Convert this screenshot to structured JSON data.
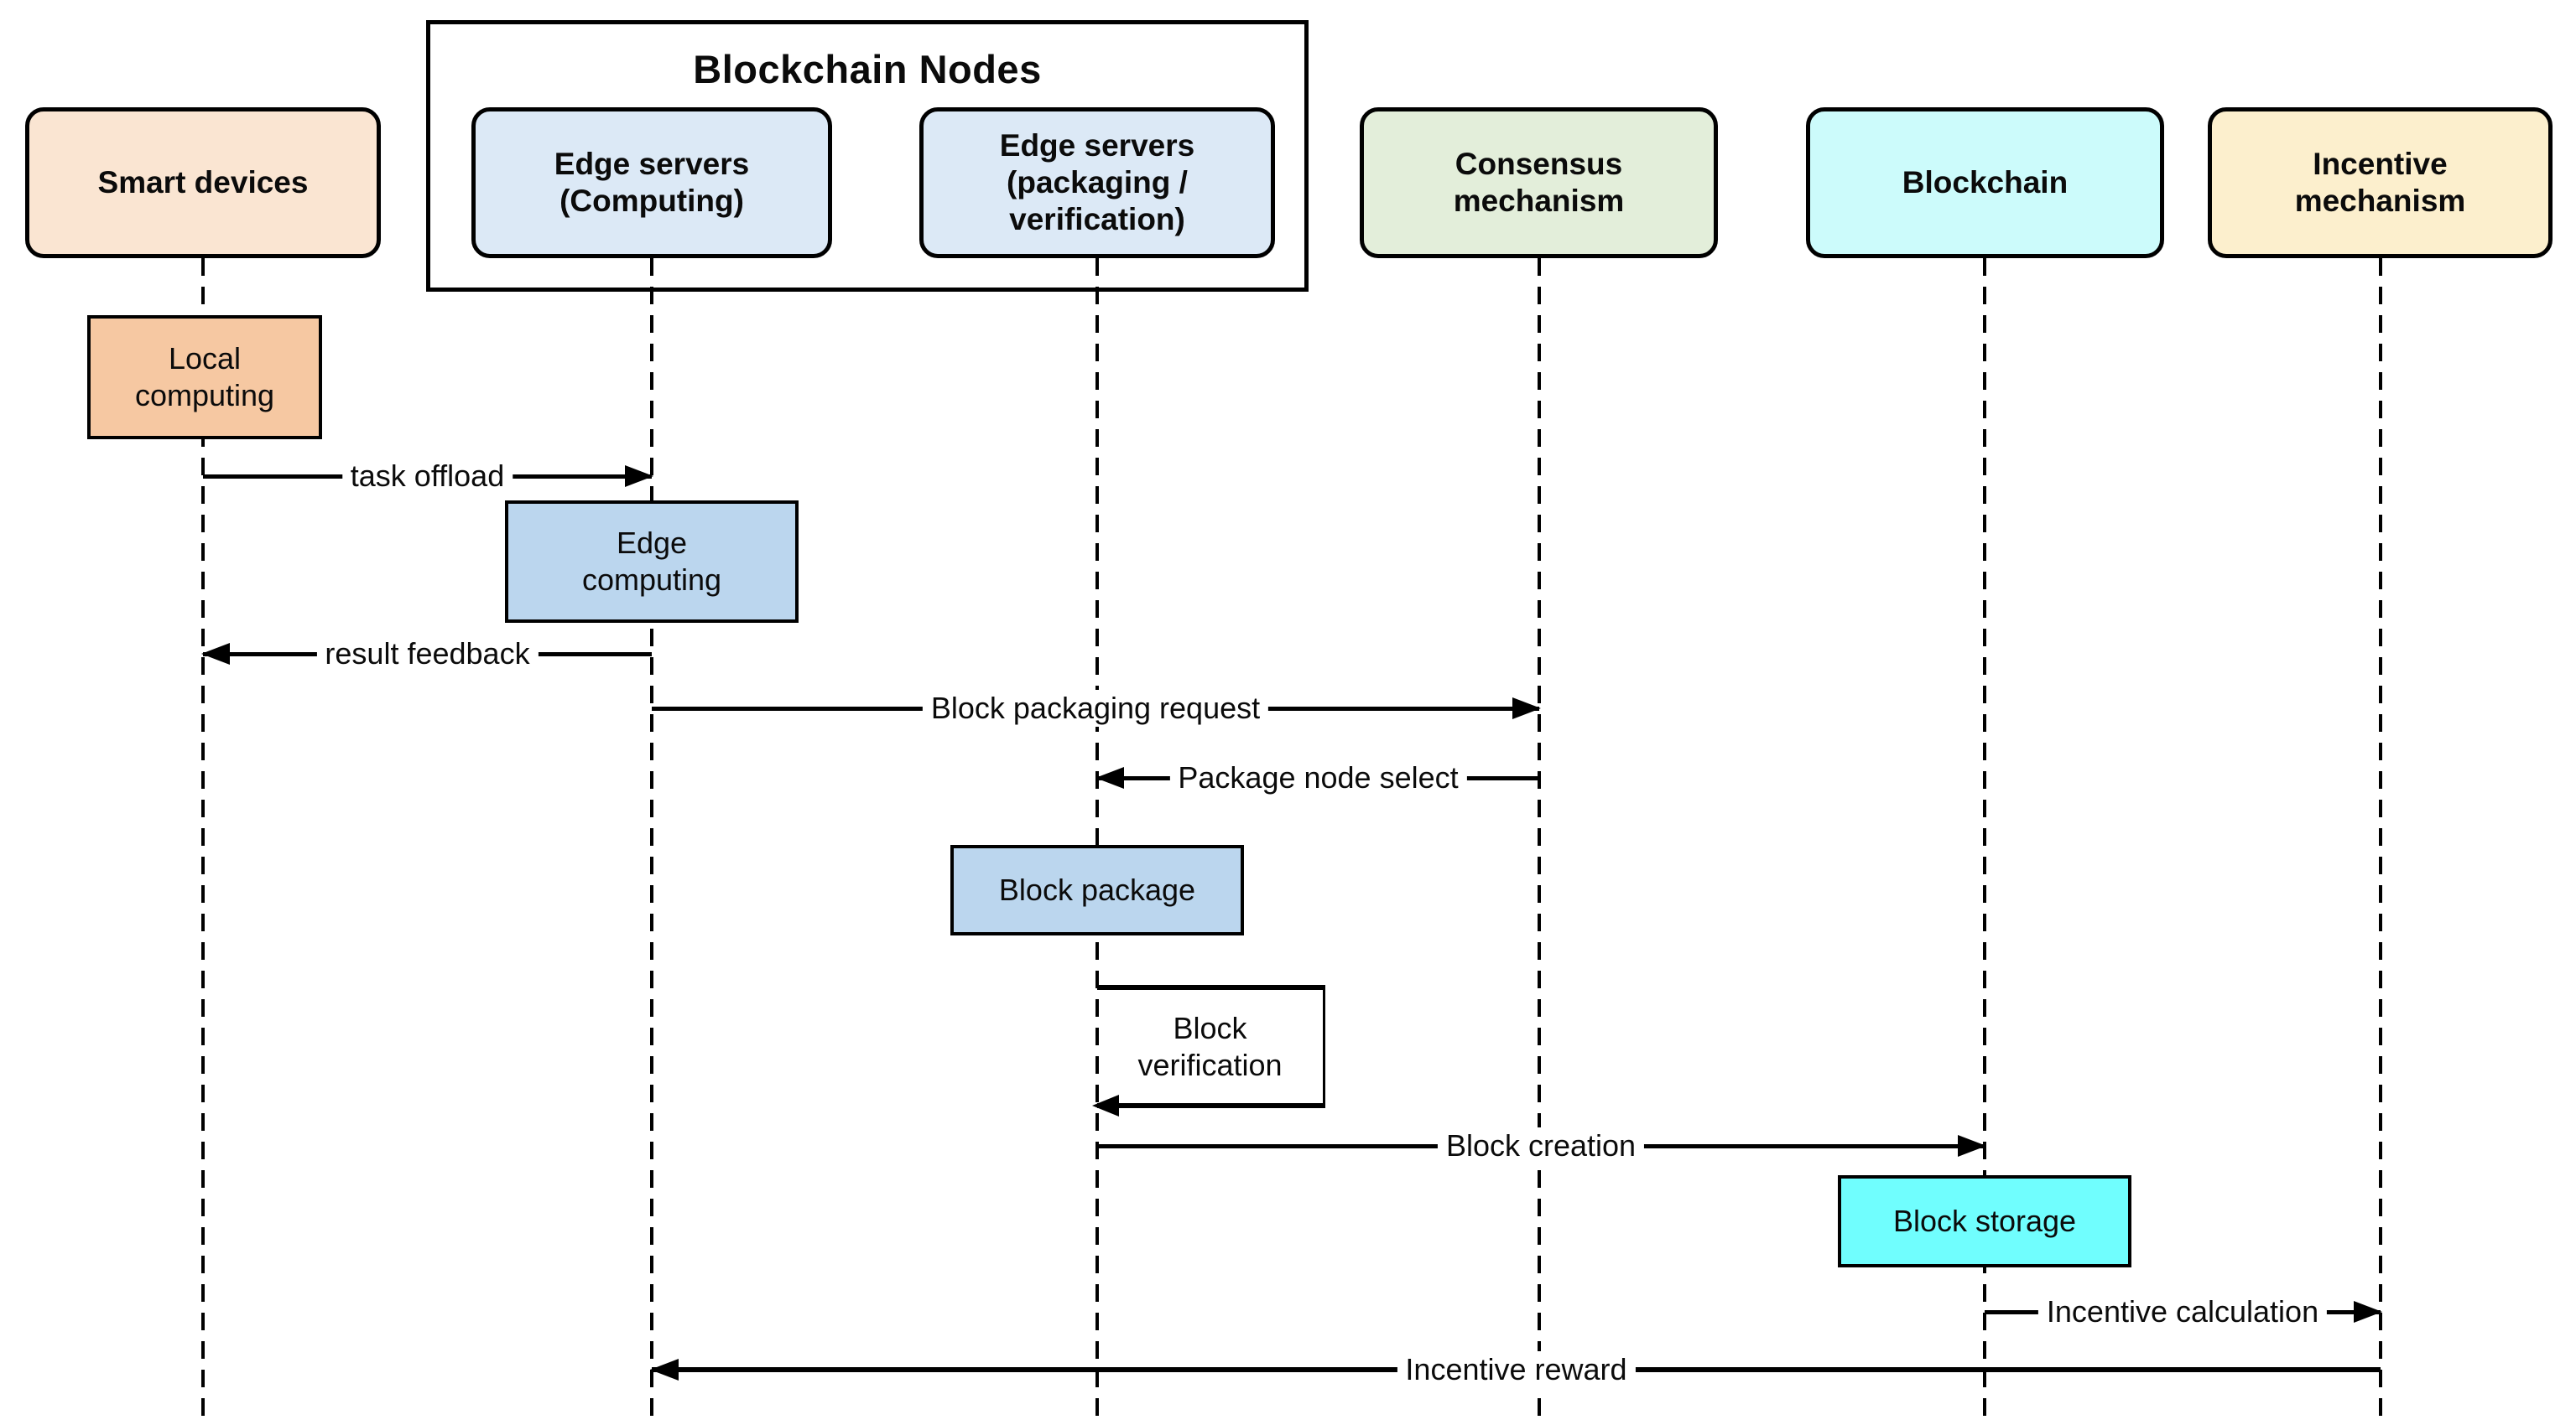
{
  "group": {
    "title": "Blockchain Nodes"
  },
  "actors": [
    {
      "id": "smart-devices",
      "label_lines": [
        "Smart devices"
      ],
      "color": "#FAE5D2"
    },
    {
      "id": "edge-servers-computing",
      "label_lines": [
        "Edge servers",
        "(Computing)"
      ],
      "color": "#DCE9F6"
    },
    {
      "id": "edge-servers-packaging",
      "label_lines": [
        "Edge servers",
        "(packaging /",
        "verification)"
      ],
      "color": "#DCE9F6"
    },
    {
      "id": "consensus-mechanism",
      "label_lines": [
        "Consensus",
        "mechanism"
      ],
      "color": "#E3EEDA"
    },
    {
      "id": "blockchain",
      "label_lines": [
        "Blockchain"
      ],
      "color": "#CCFBFB"
    },
    {
      "id": "incentive-mechanism",
      "label_lines": [
        "Incentive",
        "mechanism"
      ],
      "color": "#FCEFCD"
    }
  ],
  "activations": [
    {
      "id": "local-computing",
      "label_lines": [
        "Local",
        "computing"
      ],
      "color": "#F6C8A2"
    },
    {
      "id": "edge-computing",
      "label_lines": [
        "Edge",
        "computing"
      ],
      "color": "#BBD6EE"
    },
    {
      "id": "block-package",
      "label_lines": [
        "Block package"
      ],
      "color": "#BBD6EE"
    },
    {
      "id": "block-verification",
      "label_lines": [
        "Block",
        "verification"
      ],
      "color": "#FFFFFF"
    },
    {
      "id": "block-storage",
      "label_lines": [
        "Block storage"
      ],
      "color": "#70FEFE"
    }
  ],
  "messages": [
    {
      "label": "task offload",
      "from": "smart-devices",
      "to": "edge-servers-computing",
      "direction": "right"
    },
    {
      "label": "result feedback",
      "from": "edge-servers-computing",
      "to": "smart-devices",
      "direction": "left"
    },
    {
      "label": "Block packaging request",
      "from": "edge-servers-computing",
      "to": "consensus-mechanism",
      "direction": "right"
    },
    {
      "label": "Package node select",
      "from": "consensus-mechanism",
      "to": "edge-servers-packaging",
      "direction": "left"
    },
    {
      "label": "Block creation",
      "from": "edge-servers-packaging",
      "to": "blockchain",
      "direction": "right"
    },
    {
      "label": "Incentive calculation",
      "from": "blockchain",
      "to": "incentive-mechanism",
      "direction": "right"
    },
    {
      "label": "Incentive reward",
      "from": "incentive-mechanism",
      "to": "edge-servers-computing",
      "direction": "left"
    }
  ],
  "colors": {
    "line": "#000000",
    "background": "#FFFFFF"
  }
}
